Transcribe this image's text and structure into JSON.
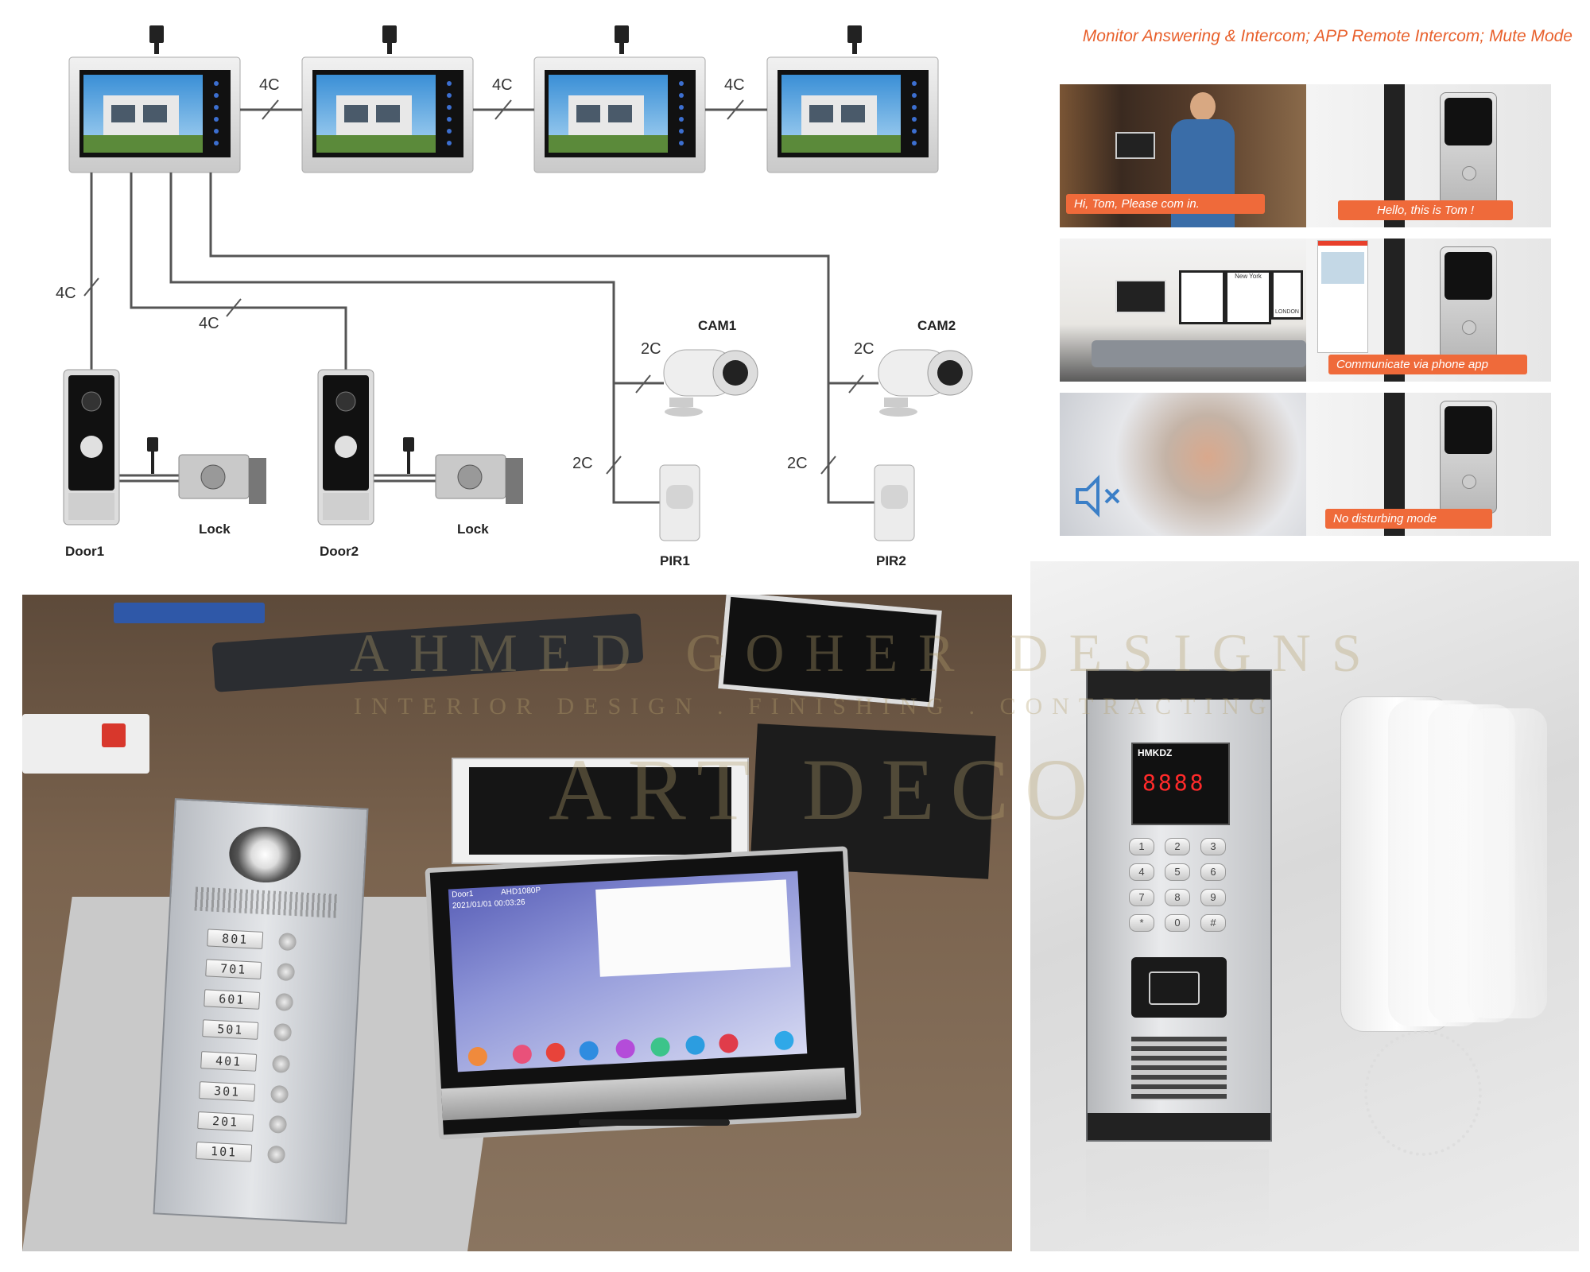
{
  "diagram": {
    "wire_labels": {
      "m12": "4C",
      "m23": "4C",
      "m34": "4C",
      "door1_wire": "4C",
      "door2_wire": "4C",
      "cam1_wire": "2C",
      "cam2_wire": "2C",
      "pir1_wire": "2C",
      "pir2_wire": "2C"
    },
    "devices": {
      "cam1": "CAM1",
      "cam2": "CAM2",
      "door1": "Door1",
      "door2": "Door2",
      "lock1": "Lock",
      "lock2": "Lock",
      "pir1": "PIR1",
      "pir2": "PIR2"
    }
  },
  "features": {
    "title": "Monitor Answering & Intercom;  APP Remote Intercom;  Mute Mode",
    "captions": {
      "greet_left": "Hi, Tom, Please com in.",
      "greet_right": "Hello, this is Tom !",
      "app": "Communicate via phone app",
      "mute": "No disturbing mode"
    },
    "wall_art": {
      "newyork": "New York",
      "london": "LONDON"
    }
  },
  "photo": {
    "screen_top_left": "Door1",
    "screen_top_right": "AHD1080P",
    "screen_datetime": "2021/01/01  00:03:26",
    "panel_buttons": [
      "801",
      "701",
      "601",
      "501",
      "401",
      "301",
      "201",
      "101"
    ]
  },
  "intercom": {
    "brand": "HMKDZ",
    "display": "8888",
    "keys": [
      "1",
      "2",
      "3",
      "4",
      "5",
      "6",
      "7",
      "8",
      "9",
      "*",
      "0",
      "#"
    ]
  },
  "watermark": {
    "line1": "AHMED GOHER DESIGNS",
    "line2": "INTERIOR DESIGN . FINISHING . CONTRACTING",
    "line3": "ART DECO"
  },
  "colors": {
    "accent": "#ef6a3a",
    "wire": "#555555"
  }
}
